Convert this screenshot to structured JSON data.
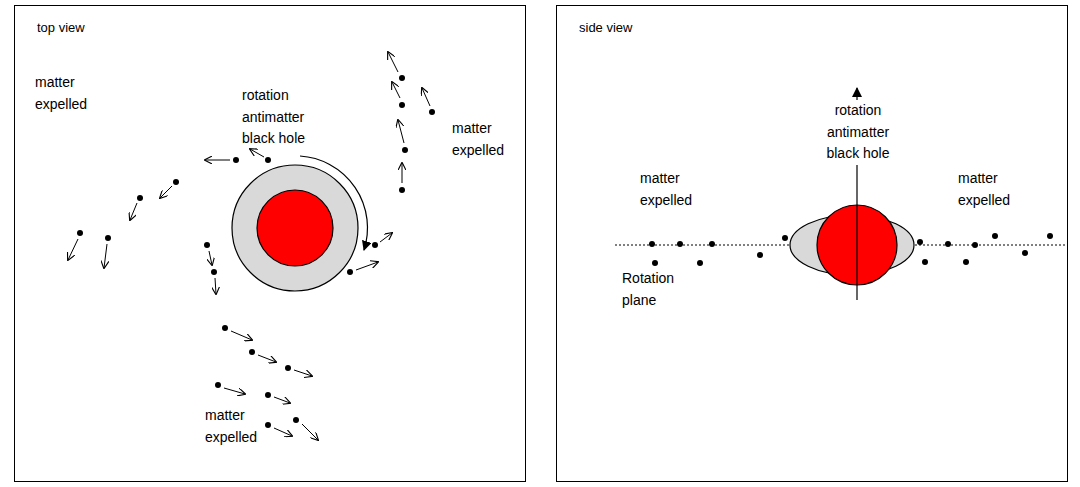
{
  "diagram": {
    "nodes": [
      {
        "text": [
          "top view"
        ]
      },
      {
        "text": [
          "side view"
        ]
      }
    ],
    "labels": [
      "rotation antimatter black hole",
      "matter expelled",
      "matter expelled",
      "matter expelled",
      "rotation antimatter black hole",
      "matter expelled",
      "matter expelled",
      "Rotation plane"
    ]
  }
}
